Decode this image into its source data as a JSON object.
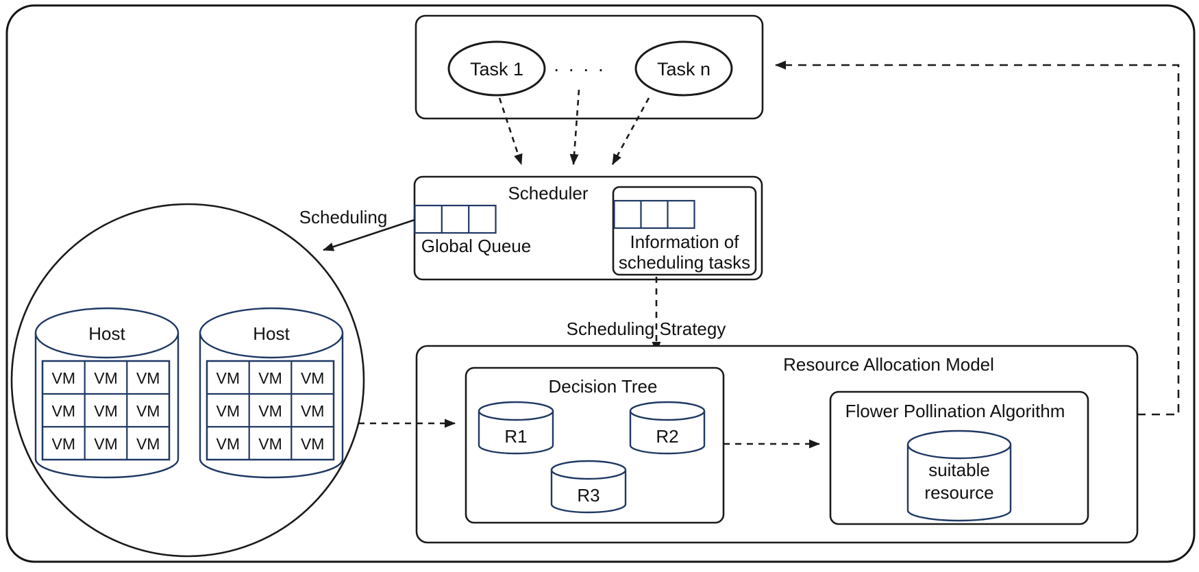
{
  "diagram": {
    "task_pool": {
      "task_first": "Task 1",
      "ellipsis": ". . . .",
      "task_last": "Task n"
    },
    "scheduler": {
      "title": "Scheduler",
      "global_queue_label": "Global Queue",
      "info_box": {
        "line1": "Information of",
        "line2": "scheduling tasks"
      }
    },
    "flow_labels": {
      "scheduling": "Scheduling",
      "scheduling_strategy": "Scheduling Strategy"
    },
    "host_pool": {
      "host_label": "Host",
      "vm_label": "VM"
    },
    "resource_allocation": {
      "title": "Resource Allocation Model",
      "decision_tree": {
        "title": "Decision Tree",
        "resources": [
          "R1",
          "R2",
          "R3"
        ]
      },
      "flower_pollination": {
        "title": "Flower Pollination Algorithm",
        "result_line1": "suitable",
        "result_line2": "resource"
      }
    },
    "colors": {
      "box_stroke": "#1a1a1a",
      "cylinder_stroke": "#1f3864",
      "text": "#111111",
      "background": "#ffffff"
    }
  }
}
